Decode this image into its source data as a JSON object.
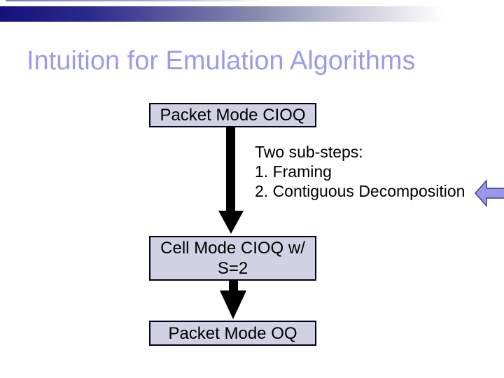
{
  "slide": {
    "title": "Intuition for Emulation Algorithms",
    "boxes": [
      {
        "id": "packet-mode-cioq",
        "label": "Packet Mode CIOQ"
      },
      {
        "id": "cell-mode-cioq",
        "label": "Cell Mode CIOQ w/\nS=2"
      },
      {
        "id": "packet-mode-oq",
        "label": "Packet Mode OQ"
      }
    ],
    "notes": {
      "lines": [
        "Two sub-steps:",
        "1. Framing",
        "2. Contiguous Decomposition"
      ]
    },
    "colors": {
      "title_text": "#9c9bea",
      "banner_start": "#15107c",
      "banner_end": "#ffffff",
      "box_fill": "#d1d1e3",
      "box_border": "#000014",
      "flow_arrow": "#000000",
      "pointer_fill": "#9a99e8",
      "pointer_stroke": "#3c3c9c"
    }
  }
}
